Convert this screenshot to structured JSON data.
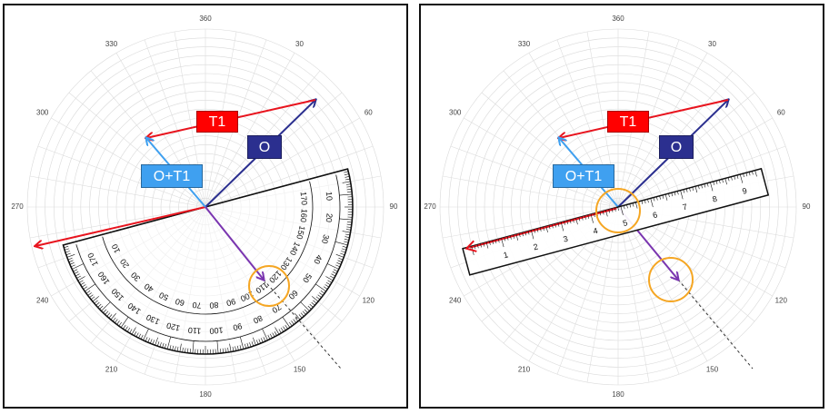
{
  "polar": {
    "degree_labels": [
      "360",
      "30",
      "60",
      "90",
      "120",
      "150",
      "180",
      "210",
      "240",
      "270",
      "300",
      "330"
    ]
  },
  "vectors": {
    "t1_label": "T1",
    "o_label": "O",
    "ot1_label": "O+T1"
  },
  "ruler": {
    "numbers": [
      "1",
      "2",
      "3",
      "4",
      "5",
      "6",
      "7",
      "8",
      "9"
    ]
  },
  "protractor": {
    "outer_numbers": [
      "10",
      "20",
      "30",
      "40",
      "50",
      "60",
      "70",
      "80",
      "90",
      "100",
      "110",
      "120",
      "130",
      "140",
      "150",
      "160",
      "170"
    ],
    "inner_numbers": [
      "170",
      "160",
      "150",
      "140",
      "130",
      "120",
      "110",
      "100",
      "90",
      "80",
      "70",
      "60",
      "50",
      "40",
      "30",
      "20",
      "10"
    ]
  },
  "colors": {
    "t1": "#e8141e",
    "o": "#2b2f8f",
    "ot1": "#3fa0f0",
    "resultant": "#7a35b0",
    "highlight_circle": "#f5a623"
  }
}
